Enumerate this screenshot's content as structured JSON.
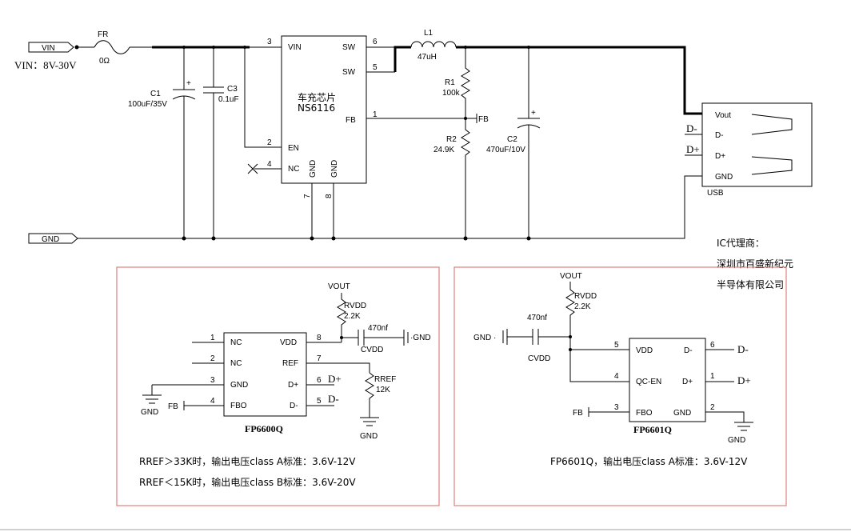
{
  "nets": {
    "vin_port": "VIN",
    "vin_range": "VIN：8V-30V",
    "gnd_port": "GND",
    "vout": "VOUT",
    "fb": "FB",
    "gnd": "GND"
  },
  "components": {
    "fuse": {
      "ref": "FR",
      "value": "0Ω"
    },
    "c1": {
      "ref": "C1",
      "value": "100uF/35V"
    },
    "c3": {
      "ref": "C3",
      "value": "0.1uF"
    },
    "l1": {
      "ref": "L1",
      "value": "47uH"
    },
    "r1": {
      "ref": "R1",
      "value": "100k"
    },
    "r2": {
      "ref": "R2",
      "value": "24.9K"
    },
    "c2": {
      "ref": "C2",
      "value": "470uF/10V"
    },
    "rvdd": {
      "ref": "RVDD",
      "value": "2.2K"
    },
    "cvdd": {
      "ref": "CVDD",
      "value": "470nf"
    },
    "rref": {
      "ref": "RREF",
      "value": "12K"
    }
  },
  "ns6116": {
    "name_cn": "车充芯片",
    "name": "NS6116",
    "pins": {
      "vin": "VIN",
      "sw1": "SW",
      "sw2": "SW",
      "fb": "FB",
      "en": "EN",
      "nc": "NC",
      "gnd1": "GND",
      "gnd2": "GND",
      "n3": "3",
      "n6": "6",
      "n5": "5",
      "n1": "1",
      "n2": "2",
      "n4": "4",
      "n7": "7",
      "n8": "8"
    }
  },
  "usb": {
    "name": "USB",
    "pins": {
      "vout": "Vout",
      "dm": "D-",
      "dp": "D+",
      "gnd": "GND"
    },
    "ext_dm": "D-",
    "ext_dp": "D+"
  },
  "distributor": {
    "line1": "IC代理商：",
    "line2": "深圳市百盛新纪元",
    "line3": "半导体有限公司"
  },
  "fp6600q": {
    "name": "FP6600Q",
    "pins_left": [
      "NC",
      "NC",
      "GND",
      "FBO"
    ],
    "pins_left_num": [
      "1",
      "2",
      "3",
      "4"
    ],
    "pins_right": [
      "VDD",
      "REF",
      "D+",
      "D-"
    ],
    "pins_right_num": [
      "8",
      "7",
      "6",
      "5"
    ],
    "ext_dp": "D+",
    "ext_dm": "D-",
    "gnd_cap": "·GND",
    "note1": "RREF＞33K时，输出电压class A标准：3.6V-12V",
    "note2": "RREF＜15K时，输出电压class B标准：3.6V-20V"
  },
  "fp6601q": {
    "name": "FP6601Q",
    "pins_left": [
      "VDD",
      "QC-EN",
      "FBO"
    ],
    "pins_left_num": [
      "5",
      "4",
      "3"
    ],
    "pins_right": [
      "D-",
      "D+",
      "GND"
    ],
    "pins_right_num": [
      "6",
      "1",
      "2"
    ],
    "ext_dm": "D-",
    "ext_dp": "D+",
    "gnd_cap": "GND ·",
    "note": "FP6601Q，输出电压class A标准：3.6V-12V"
  }
}
